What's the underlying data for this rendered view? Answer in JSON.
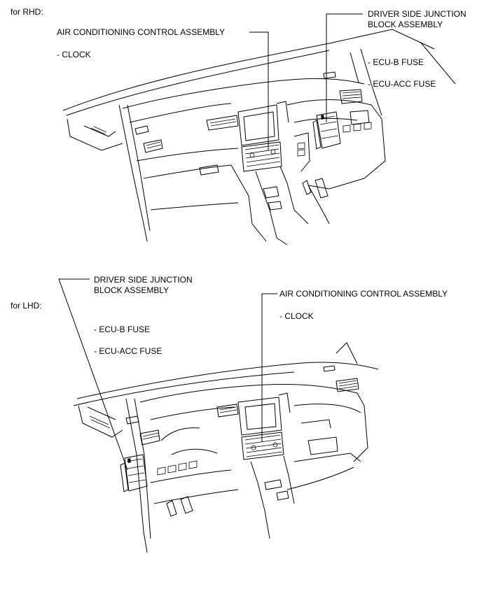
{
  "rhd": {
    "heading": "for RHD:",
    "ac_title": "AIR CONDITIONING CONTROL ASSEMBLY",
    "ac_item": "- CLOCK",
    "jb_title_1": "DRIVER SIDE JUNCTION",
    "jb_title_2": "BLOCK ASSEMBLY",
    "jb_item_1": "- ECU-B FUSE",
    "jb_item_2": "- ECU-ACC FUSE"
  },
  "lhd": {
    "heading": "for LHD:",
    "ac_title": "AIR CONDITIONING CONTROL ASSEMBLY",
    "ac_item": "- CLOCK",
    "jb_title_1": "DRIVER SIDE JUNCTION",
    "jb_title_2": "BLOCK ASSEMBLY",
    "jb_item_1": "- ECU-B FUSE",
    "jb_item_2": "- ECU-ACC FUSE"
  }
}
